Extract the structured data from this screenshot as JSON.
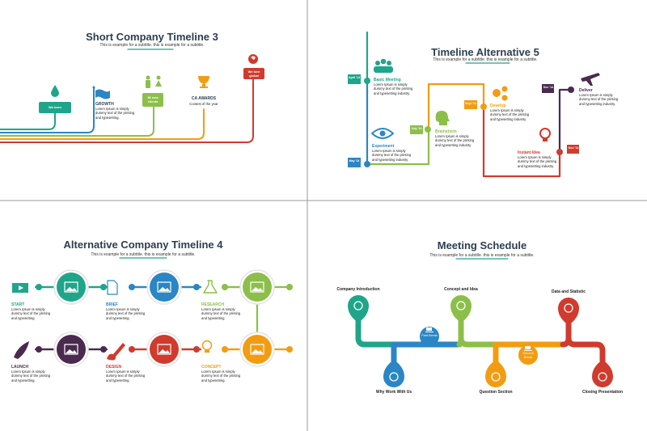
{
  "colors": {
    "teal": "#1fa58a",
    "blue": "#2b86c5",
    "green": "#8cbf4a",
    "orange": "#f39c12",
    "red": "#d03b2e",
    "purple": "#4a2a4f",
    "title": "#2c3e50"
  },
  "subtitle": "This is example for a subtitle. this is example for a subtitle.",
  "lorem": "Lorem Ipsum is simply dummy text of the printing and typesetting.",
  "lorem_industry": "Lorem Ipsum is simply dummy text of the printing and typesetting industry.",
  "slide1": {
    "title": "Short Company Timeline 3",
    "we_born": "We born",
    "growth": "GROWTH",
    "new_clients": "36 new clients",
    "awards": "CA AWARDS",
    "awards_sub": "Contest of the year",
    "global": "We turn global"
  },
  "slide2": {
    "title": "Timeline Alternative 5",
    "milestones": [
      {
        "label": "Basic Meeting",
        "date": "April '14"
      },
      {
        "label": "Experiment",
        "date": "May '14"
      },
      {
        "label": "Brainstorm",
        "date": "July '14"
      },
      {
        "label": "Develop",
        "date": "Sept '14"
      },
      {
        "label": "Instant Idea",
        "date": "Nov '14"
      },
      {
        "label": "Deliver",
        "date": "Dec '14"
      }
    ]
  },
  "slide3": {
    "title": "Alternative Company Timeline 4",
    "steps": [
      "START",
      "BRIEF",
      "RESEARCH",
      "LAUNCH",
      "DESIGN",
      "CONCEPT"
    ]
  },
  "slide4": {
    "title": "Meeting Schedule",
    "stops": [
      "Company Introduction",
      "Why Work With Us",
      "Concept and Idea",
      "Question Section",
      "Data and Statistic",
      "Closing Presentation"
    ],
    "breaks": [
      "First Break",
      "Second Break"
    ]
  }
}
